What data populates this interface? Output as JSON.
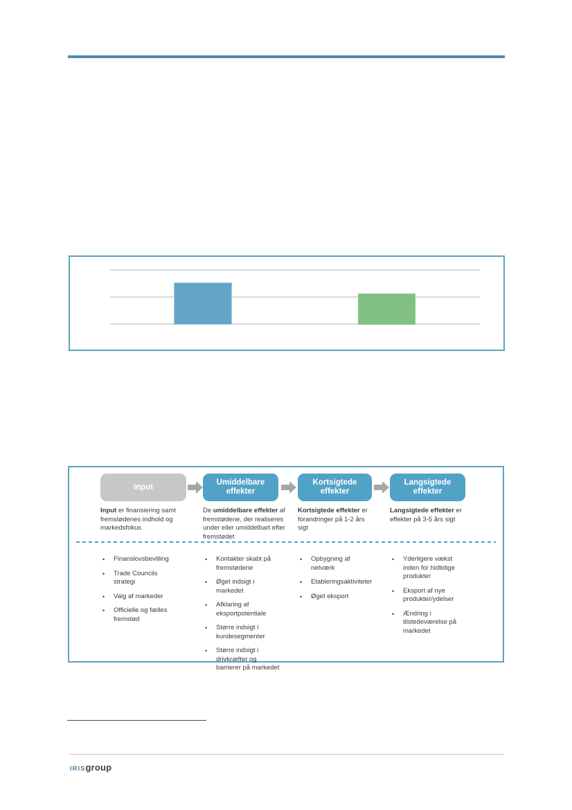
{
  "theme": {
    "accent_border": "#5fa3c1",
    "top_rule": "#4e8cb2",
    "dashed_divider": "#4da0c4",
    "text": "#3a3a3a",
    "footnote_rule": "#4a4a4a",
    "footer_rule": "#c2c2c2",
    "gridline": "#d9d9d9"
  },
  "chart_data": {
    "type": "bar",
    "title": "",
    "categories": [
      "",
      ""
    ],
    "series": [
      {
        "name": "",
        "values": [
          1.54,
          1.14
        ]
      }
    ],
    "bar_colors": [
      "#63a5c6",
      "#80c183"
    ],
    "bar_border_colors": [
      "#a5cade",
      "#8cc48e"
    ],
    "ylim": [
      0,
      2
    ],
    "gridline_values": [
      0,
      1,
      2
    ],
    "grid": true,
    "legend": false,
    "axis_labels_visible": false
  },
  "flow": {
    "arrow_color": "#a6a6a6",
    "steps": [
      {
        "label": "Input",
        "color": "#c7c7c7",
        "desc_pre": "",
        "desc_bold": "Input",
        "desc_post": " er finansiering samt fremstødenes indhold og markedsfokus",
        "bullets": [
          "Finanslovsbevilling",
          "Trade Councils strategi",
          "Valg af markeder",
          "Officielle og fælles fremstød"
        ]
      },
      {
        "label": "Umiddelbare effekter",
        "color": "#51a2c7",
        "desc_pre": "De ",
        "desc_bold": "umiddelbare effekter",
        "desc_post": " af fremstødene, der realiseres under eller umiddelbart efter fremstødet",
        "bullets": [
          "Kontakter skabt på fremstødene",
          "Øget indsigt i markedet",
          "Afklaring af eksportpotentiale",
          "Større indsigt i kundesegmenter",
          "Større indsigt i drivkræfter og barrierer på markedet"
        ]
      },
      {
        "label": "Kortsigtede effekter",
        "color": "#51a2c7",
        "desc_pre": "",
        "desc_bold": "Kortsigtede effekter",
        "desc_post": " er forandringer på 1-2 års sigt",
        "bullets": [
          "Opbygning af netværk",
          "Etableringsaktiviteter",
          "Øget eksport"
        ]
      },
      {
        "label": "Langsigtede effekter",
        "color": "#51a2c7",
        "desc_pre": "",
        "desc_bold": "Langsigtede effekter",
        "desc_post": " er effekter på 3-5 års sigt",
        "bullets": [
          "Yderligere vækst inden for hidtidige produkter",
          "Eksport af nye produkter/ydelser",
          "Ændring i tilstedeværelse på markedet"
        ]
      }
    ]
  },
  "footer": {
    "logo_iris": "IRIS",
    "logo_group": "group"
  }
}
